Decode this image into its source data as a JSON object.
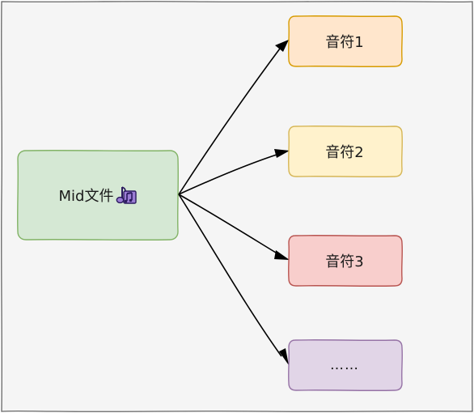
{
  "source": {
    "label": "Mid文件",
    "icon": "music-note-icon",
    "fill": "#d5e8d4",
    "stroke": "#82b366"
  },
  "targets": [
    {
      "label": "音符1",
      "fill": "#ffe6cc",
      "stroke": "#d79b00"
    },
    {
      "label": "音符2",
      "fill": "#fff2cc",
      "stroke": "#d6b656"
    },
    {
      "label": "音符3",
      "fill": "#f8cecc",
      "stroke": "#b85450"
    },
    {
      "label": "……",
      "fill": "#e1d5e7",
      "stroke": "#9673a6"
    }
  ],
  "colors": {
    "frame_fill": "#f5f5f5",
    "frame_stroke": "#666666",
    "edge": "#000000",
    "icon_fill": "#9b7dd4",
    "icon_stroke": "#2b1a5e"
  }
}
